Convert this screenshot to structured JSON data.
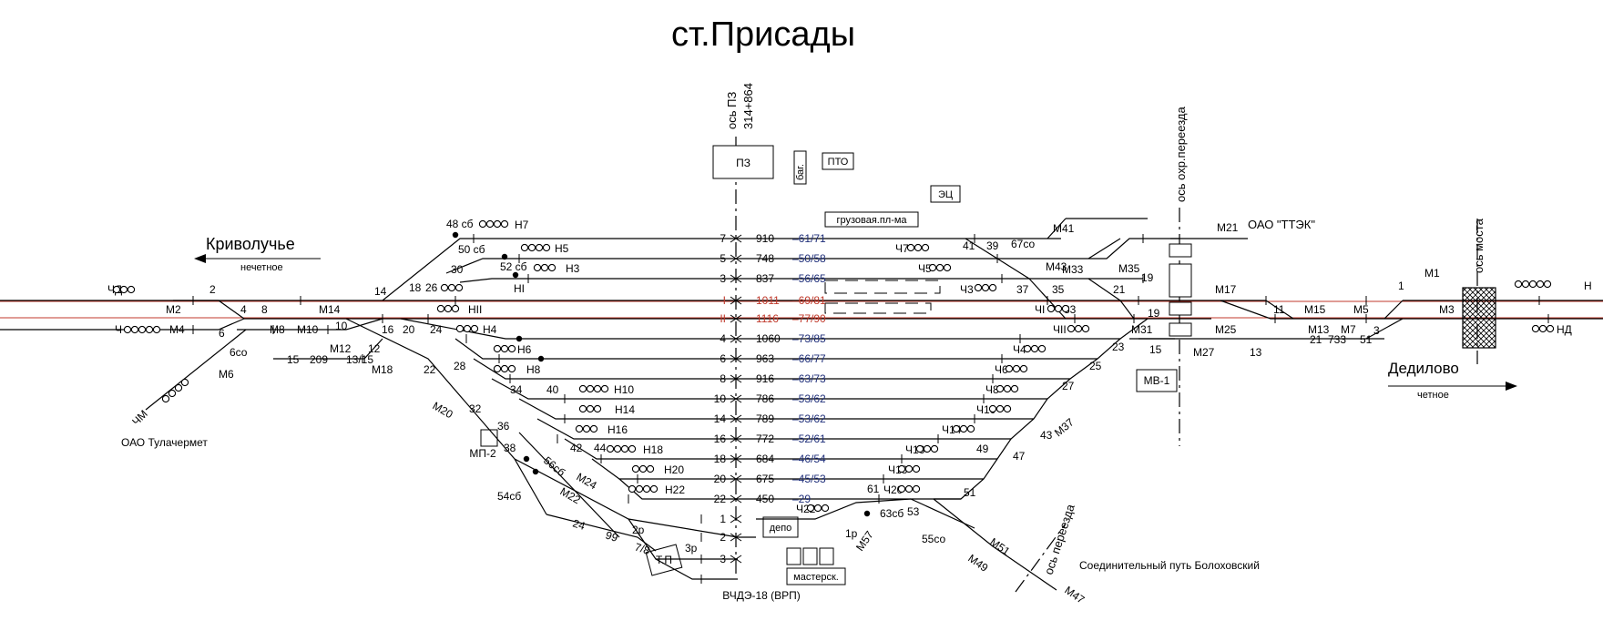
{
  "title": "ст.Присады",
  "directions": {
    "left_station": "Криволучье",
    "left_direction": "нечетное",
    "right_station": "Дедилово",
    "right_direction": "четное"
  },
  "axes": {
    "pz_axis": "ось ПЗ",
    "pz_km": "314+864",
    "crossing_axis": "ось охр.переезда",
    "bridge_axis": "ось моста",
    "crossing2_axis": "ось переезда"
  },
  "buildings": {
    "pz": "ПЗ",
    "bag": "баг.",
    "pto": "ПТО",
    "ets": "ЭЦ",
    "gruz": "грузовая.пл-ма",
    "mv1": "МВ-1",
    "mp2": "МП-2",
    "tp": "Т.П",
    "depo": "депо",
    "mastersk": "мастерск.",
    "vchde": "ВЧДЭ-18 (ВРП)"
  },
  "external": {
    "tulachermet": "ОАО  Тулачермет",
    "ttek": "ОАО \"ТТЭК\"",
    "bolokhovsky": "Соединительный путь Болоховский"
  },
  "tracks": [
    {
      "name": "7",
      "len": "910",
      "cap": "61/71"
    },
    {
      "name": "5",
      "len": "748",
      "cap": "50/58"
    },
    {
      "name": "3",
      "len": "837",
      "cap": "56/65"
    },
    {
      "name": "I",
      "len": "1011",
      "cap": "69/81"
    },
    {
      "name": "II",
      "len": "1116",
      "cap": "77/90"
    },
    {
      "name": "4",
      "len": "1060",
      "cap": "73/85"
    },
    {
      "name": "6",
      "len": "963",
      "cap": "66/77"
    },
    {
      "name": "8",
      "len": "916",
      "cap": "63/73"
    },
    {
      "name": "10",
      "len": "786",
      "cap": "53/62"
    },
    {
      "name": "14",
      "len": "789",
      "cap": "53/62"
    },
    {
      "name": "16",
      "len": "772",
      "cap": "52/61"
    },
    {
      "name": "18",
      "len": "684",
      "cap": "46/54"
    },
    {
      "name": "20",
      "len": "675",
      "cap": "45/53"
    },
    {
      "name": "22",
      "len": "450",
      "cap": "29"
    },
    {
      "name": "1",
      "len": "",
      "cap": ""
    },
    {
      "name": "2",
      "len": "",
      "cap": ""
    },
    {
      "name": "3",
      "len": "",
      "cap": ""
    }
  ],
  "side_tracks": {
    "t15_name": "15",
    "t15_len": "209",
    "t15_cap": "13/15",
    "t24_name": "24",
    "t24_len": "99",
    "t24_cap": "7/8",
    "t733_len": "733",
    "t733_cap": "51",
    "t19_name": "19"
  },
  "switches": {
    "s2": "2",
    "s4": "4",
    "s6": "6",
    "s8": "8",
    "s6co": "6со",
    "s10": "10",
    "s12": "12",
    "s14": "14",
    "s16": "16",
    "s18": "18",
    "s20": "20",
    "s22": "22",
    "s24": "24",
    "s26": "26",
    "s28": "28",
    "s30": "30",
    "s32": "32",
    "s34": "34",
    "s36": "36",
    "s38": "38",
    "s40": "40",
    "s42": "42",
    "s44": "44",
    "s48sb": "48 сб",
    "s50sb": "50 сб",
    "s52sb": "52 сб",
    "s54sb": "54сб",
    "s56sb": "56сб",
    "s2p": "2р",
    "s3p": "3р",
    "s1p": "1р",
    "s61": "61",
    "s63sb": "63сб",
    "s53": "53",
    "s51": "51",
    "s55co": "55со",
    "s47": "47",
    "s43": "43",
    "s27": "27",
    "s25": "25",
    "s23": "23",
    "s49": "49",
    "s15": "15",
    "s33": "33",
    "s35": "35",
    "s37": "37",
    "s39": "39",
    "s41": "41",
    "s67co": "67со",
    "s21": "21",
    "s19": "19",
    "s13": "13",
    "s11": "11",
    "s1": "1",
    "s3": "3",
    "s21b": "21"
  },
  "signals": {
    "CHD": "ЧД",
    "CHI": "Ч",
    "CHM": "ЧМ",
    "M2": "М2",
    "M4": "М4",
    "M6": "М6",
    "M8": "М8",
    "M10": "М10",
    "M12": "М12",
    "M14": "М14",
    "M18": "М18",
    "M20": "М20",
    "M22": "М22",
    "M24": "М24",
    "H7": "Н7",
    "H5": "Н5",
    "H3": "Н3",
    "HI": "НI",
    "HII": "НII",
    "H4": "Н4",
    "H6": "Н6",
    "H8": "Н8",
    "H10": "Н10",
    "H14": "Н14",
    "H16": "Н16",
    "H18": "Н18",
    "H20": "Н20",
    "H22": "Н22",
    "CH7": "Ч7",
    "CH5": "Ч5",
    "CH3": "Ч3",
    "CHI1": "ЧI",
    "CHII": "ЧII",
    "CH4": "Ч4",
    "CH6": "Ч6",
    "CH8": "Ч8",
    "CH10": "Ч10",
    "CH14": "Ч14",
    "CH16": "Ч16",
    "CH18": "Ч18",
    "CH20": "Ч20",
    "CH22": "Ч22",
    "M41": "М41",
    "M43": "М43",
    "M33": "М33",
    "M35": "М35",
    "M31": "М31",
    "M37": "М37",
    "M21": "М21",
    "M17": "М17",
    "M25": "М25",
    "M27": "М27",
    "M15": "М15",
    "M13": "М13",
    "M1": "М1",
    "M3": "М3",
    "M5": "М5",
    "M7": "М7",
    "M51": "М51",
    "M49": "М49",
    "M47": "М47",
    "M57": "М57",
    "H": "Н",
    "HD": "НД"
  }
}
